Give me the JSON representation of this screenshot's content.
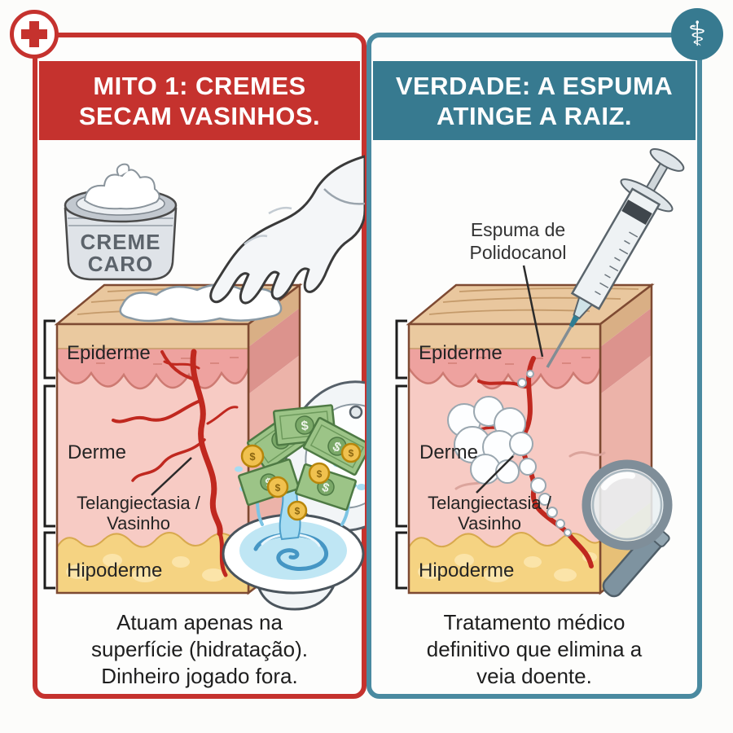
{
  "symbols": {
    "dollar": "$",
    "caduceus": "⚕"
  },
  "colors": {
    "myth_accent": "#c5322e",
    "truth_accent": "#377a90",
    "truth_border": "#4a8aa0",
    "vein_red": "#c0281f",
    "money_green": "#9cc487",
    "coin_gold": "#f0c14f",
    "water_blue": "#a8ddf1"
  },
  "icons": {
    "top_left": "medical-cross-icon",
    "top_right": "caduceus-icon"
  },
  "left_panel": {
    "title_line1": "MITO 1: CREMES",
    "title_line2": "SECAM VASINHOS.",
    "jar_label_line1": "CREME",
    "jar_label_line2": "CARO",
    "skin_labels": {
      "epidermis": "Epiderme",
      "dermis": "Derme",
      "vein_line1": "Telangiectasia /",
      "vein_line2": "Vasinho",
      "hypodermis": "Hipoderme"
    },
    "caption_line1": "Atuam apenas na",
    "caption_line2": "superfície (hidratação).",
    "caption_line3": "Dinheiro jogado fora."
  },
  "right_panel": {
    "title_line1": "VERDADE: A ESPUMA",
    "title_line2": "ATINGE A RAIZ.",
    "foam_label_line1": "Espuma de",
    "foam_label_line2": "Polidocanol",
    "skin_labels": {
      "epidermis": "Epiderme",
      "dermis": "Derme",
      "vein_line1": "Telangiectasia /",
      "vein_line2": "Vasinho",
      "hypodermis": "Hipoderme"
    },
    "caption_line1": "Tratamento médico",
    "caption_line2": "definitivo que elimina a",
    "caption_line3": "veia doente."
  }
}
